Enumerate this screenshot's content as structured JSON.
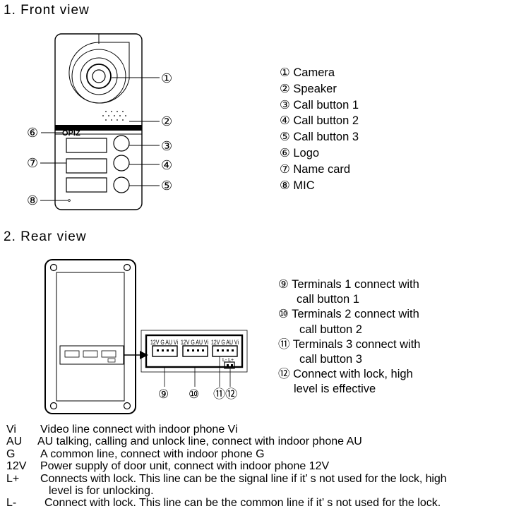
{
  "front_view": {
    "title": "1.  Front view",
    "logo_text": "OPIZ",
    "callouts": [
      "①",
      "②",
      "③",
      "④",
      "⑤",
      "⑥",
      "⑦",
      "⑧"
    ],
    "legend": [
      "① Camera",
      "② Speaker",
      "③ Call button 1",
      "④ Call button 2",
      "⑤ Call button 3",
      "⑥ Logo",
      "⑦ Name card",
      "⑧ MIC"
    ]
  },
  "rear_view": {
    "title": "2.  Rear view",
    "terminal_label": "12V G AU Vi",
    "lock_label": "L- L+",
    "callouts": [
      "⑨",
      "⑩",
      "⑪",
      "⑫"
    ],
    "legend": [
      "⑨ Terminals 1  connect with",
      "call button 1",
      "⑩ Terminals  2  connect with",
      "call  button 2",
      "⑪ Terminals  3  connect with",
      "call  button 3",
      "⑫ Connect with lock, high",
      "level is  effective"
    ]
  },
  "glossary": [
    {
      "code": "Vi",
      "text": "Video line connect with indoor phone Vi"
    },
    {
      "code": "AU",
      "text": "AU talking, calling and unlock line,  connect with indoor phone AU"
    },
    {
      "code": "G",
      "text": "A common line,  connect with indoor phone G"
    },
    {
      "code": "12V",
      "text": "Power supply of door unit, connect with indoor phone 12V"
    },
    {
      "code": "L+",
      "text": "Connects with lock. This line can be the signal line if it’ s not used for the lock, high"
    },
    {
      "code": "",
      "text": "level is for unlocking."
    },
    {
      "code": "L-",
      "text": "Connect with lock. This line can be the common line if it’ s not  used  for  the  lock."
    }
  ]
}
